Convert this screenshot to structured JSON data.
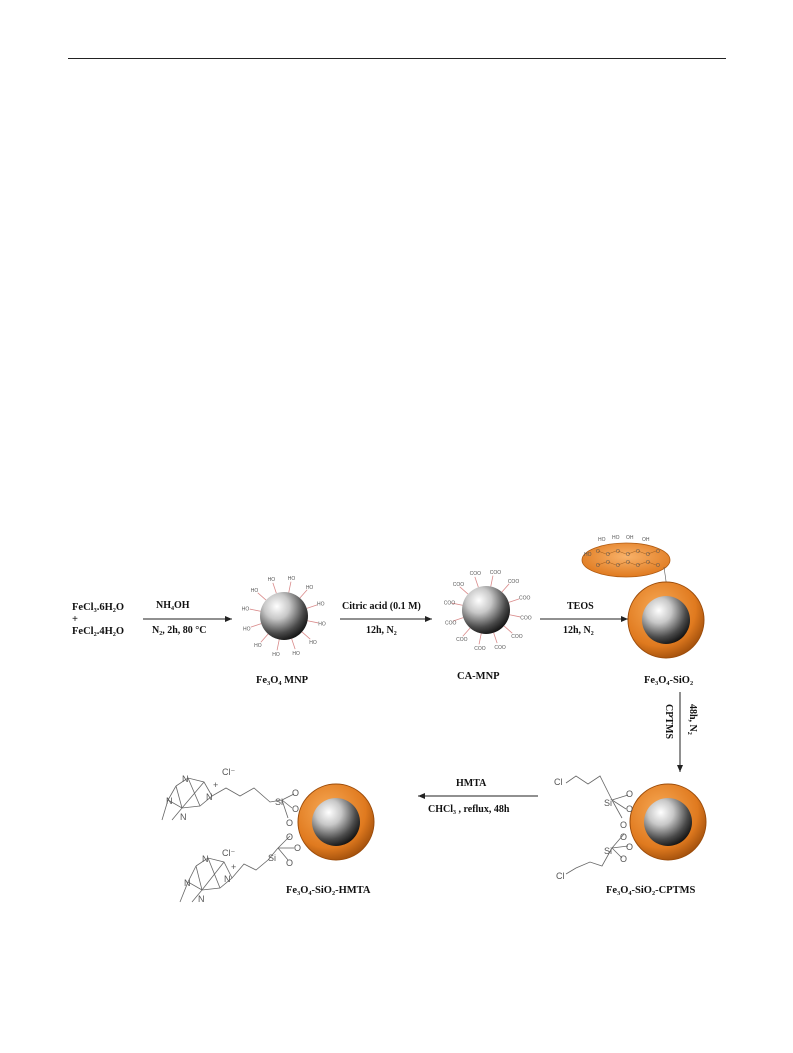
{
  "reactants": {
    "line1": "FeCl₃.6H₂O",
    "plus": "+",
    "line2": "FeCl₂.4H₂O"
  },
  "steps": [
    {
      "above": "NH₄OH",
      "below": "N₂, 2h, 80 °C"
    },
    {
      "above": "Citric acid (0.1 M)",
      "below": "12h, N₂"
    },
    {
      "above": "TEOS",
      "below": "12h, N₂"
    },
    {
      "above": "CPTMS",
      "below": "48h, N₂"
    },
    {
      "above": "HMTA",
      "below": "CHCl₃ , reflux, 48h"
    }
  ],
  "products": {
    "p1": "Fe₃O₄ MNP",
    "p2": "CA-MNP",
    "p3": "Fe₃O₄-SiO₂",
    "p4": "Fe₃O₄-SiO₂-CPTMS",
    "p5": "Fe₃O₄-SiO₂-HMTA"
  },
  "chem_text": {
    "ho": "HO",
    "oh": "OH",
    "o": "O",
    "si": "Si",
    "cl": "Cl",
    "n": "N",
    "plus": "+",
    "cl_minus": "Cl⁻",
    "cooh": "COO"
  },
  "colors": {
    "shell": "#e07a1f",
    "shell_dark": "#b05a10",
    "core_light": "#f5f5f5",
    "core_dark": "#222222",
    "ligand": "#d98a8a"
  }
}
